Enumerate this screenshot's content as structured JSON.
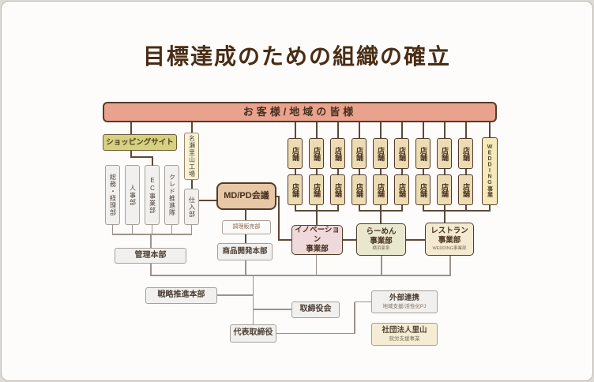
{
  "page": {
    "title": "目標達成のための組織の確立"
  },
  "colors": {
    "title_text": "#4a2d15",
    "customer_bar": "#e9a28e",
    "shopping_site": "#d5d180",
    "store_box": "#eddcb3",
    "wedding_box": "#f6e9ba",
    "factory_box": "#f9f2d9",
    "mdpd_box": "#e7c7a6",
    "innovation_box": "#efd9da",
    "ramen_box": "#e9e8cf",
    "restaurant_box": "#f3ead1",
    "association_box": "#f5edd3",
    "neutral_box": "#f2f0ee",
    "line_dark": "#5d4938",
    "line_gray": "#9c938c",
    "border_dark": "#533b2a"
  },
  "org": {
    "customer_bar": "お客様/地域の皆様",
    "shopping_site": "ショッピングサイト",
    "departments": [
      "総務・経理部",
      "人事部",
      "EC事業部",
      "クレド推進隊"
    ],
    "factory": "名瀬里山工場",
    "purchasing": "仕入部",
    "admin_hq": "管理本部",
    "mdpd": "MD/PD会議",
    "cooking_sales": "調理販売部",
    "product_dev_hq": "商品開発本部",
    "store_label": "店舗",
    "store_columns": 9,
    "store_rows": 2,
    "wedding": "WEDDING事業",
    "innovation": {
      "line1": "イノベーション",
      "line2": "事業部"
    },
    "ramen": {
      "line1": "らーめん",
      "line2": "事業部",
      "sub": "横浜家系"
    },
    "restaurant": {
      "line1": "レストラン",
      "line2": "事業部",
      "sub": "WEDDING事業部"
    },
    "strategy_hq": "戦略推進本部",
    "board": "取締役会",
    "ceo": "代表取締役",
    "external": {
      "title": "外部連携",
      "sub": "地域支援/活性化PJ"
    },
    "association": {
      "title": "社団法人里山",
      "sub": "就労支援事業"
    }
  }
}
